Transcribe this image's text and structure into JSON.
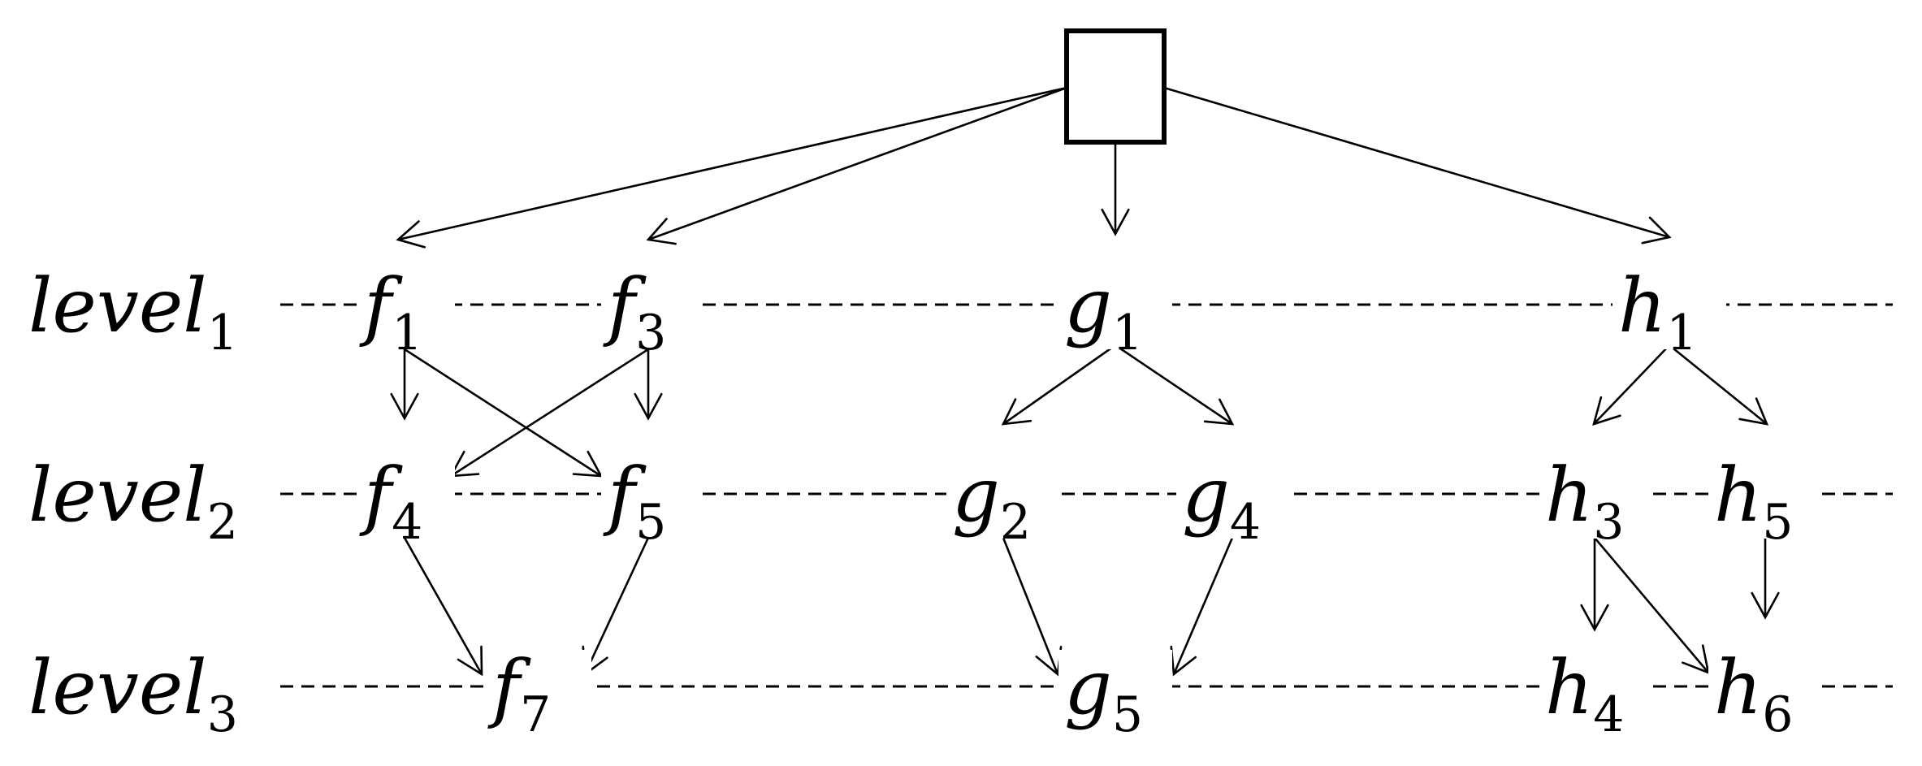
{
  "levels": [
    {
      "name": "level",
      "sub": "1"
    },
    {
      "name": "level",
      "sub": "2"
    },
    {
      "name": "level",
      "sub": "3"
    }
  ],
  "nodes": {
    "f1": {
      "base": "f",
      "sub": "1"
    },
    "f3": {
      "base": "f",
      "sub": "3"
    },
    "g1": {
      "base": "g",
      "sub": "1"
    },
    "h1": {
      "base": "h",
      "sub": "1"
    },
    "f4": {
      "base": "f",
      "sub": "4"
    },
    "f5": {
      "base": "f",
      "sub": "5"
    },
    "g2": {
      "base": "g",
      "sub": "2"
    },
    "g4": {
      "base": "g",
      "sub": "4"
    },
    "h3": {
      "base": "h",
      "sub": "3"
    },
    "h5": {
      "base": "h",
      "sub": "5"
    },
    "f7": {
      "base": "f",
      "sub": "7"
    },
    "g5": {
      "base": "g",
      "sub": "5"
    },
    "h4": {
      "base": "h",
      "sub": "4"
    },
    "h6": {
      "base": "h",
      "sub": "6"
    }
  },
  "edges": [
    [
      "root",
      "f1"
    ],
    [
      "root",
      "f3"
    ],
    [
      "root",
      "g1"
    ],
    [
      "root",
      "h1"
    ],
    [
      "f1",
      "f4"
    ],
    [
      "f1",
      "f5"
    ],
    [
      "f3",
      "f4"
    ],
    [
      "f3",
      "f5"
    ],
    [
      "g1",
      "g2"
    ],
    [
      "g1",
      "g4"
    ],
    [
      "h1",
      "h3"
    ],
    [
      "h1",
      "h5"
    ],
    [
      "f4",
      "f7"
    ],
    [
      "f5",
      "f7"
    ],
    [
      "g2",
      "g5"
    ],
    [
      "g4",
      "g5"
    ],
    [
      "h3",
      "h4"
    ],
    [
      "h3",
      "h6"
    ],
    [
      "h5",
      "h6"
    ]
  ]
}
